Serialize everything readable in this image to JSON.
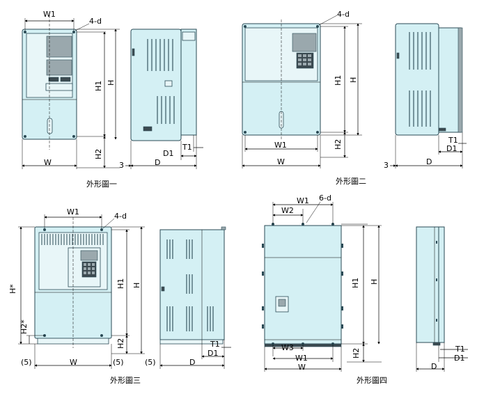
{
  "figures": [
    {
      "caption": "外形圖一",
      "labels": {
        "w1": "W1",
        "d4": "4-d",
        "h1": "H1",
        "h": "H",
        "h2": "H2",
        "w": "W",
        "d": "D",
        "d1": "D1",
        "t1": "T1",
        "three": "3"
      }
    },
    {
      "caption": "外形圖二",
      "labels": {
        "w1": "W1",
        "d4": "4-d",
        "h1": "H1",
        "h": "H",
        "h2": "H2",
        "w": "W",
        "d": "D",
        "d1": "D1",
        "t1": "T1",
        "three": "3"
      }
    },
    {
      "caption": "外形圖三",
      "labels": {
        "w1": "W1",
        "d4": "4-d",
        "h1": "H1",
        "h": "H",
        "h2": "H2",
        "hstar": "H*",
        "h2star": "H2*",
        "w": "W",
        "d": "D",
        "d1": "D1",
        "t1": "T1",
        "five_l": "(5)",
        "five_r": "(5)",
        "five_s": "(5)"
      }
    },
    {
      "caption": "外形圖四",
      "labels": {
        "w1": "W1",
        "w2": "W2",
        "d6": "6-d",
        "h1": "H1",
        "h": "H",
        "h2": "H2",
        "w": "W",
        "w1b": "W1",
        "w3": "W3",
        "d": "D",
        "d1": "D1",
        "t1": "T1"
      }
    }
  ]
}
